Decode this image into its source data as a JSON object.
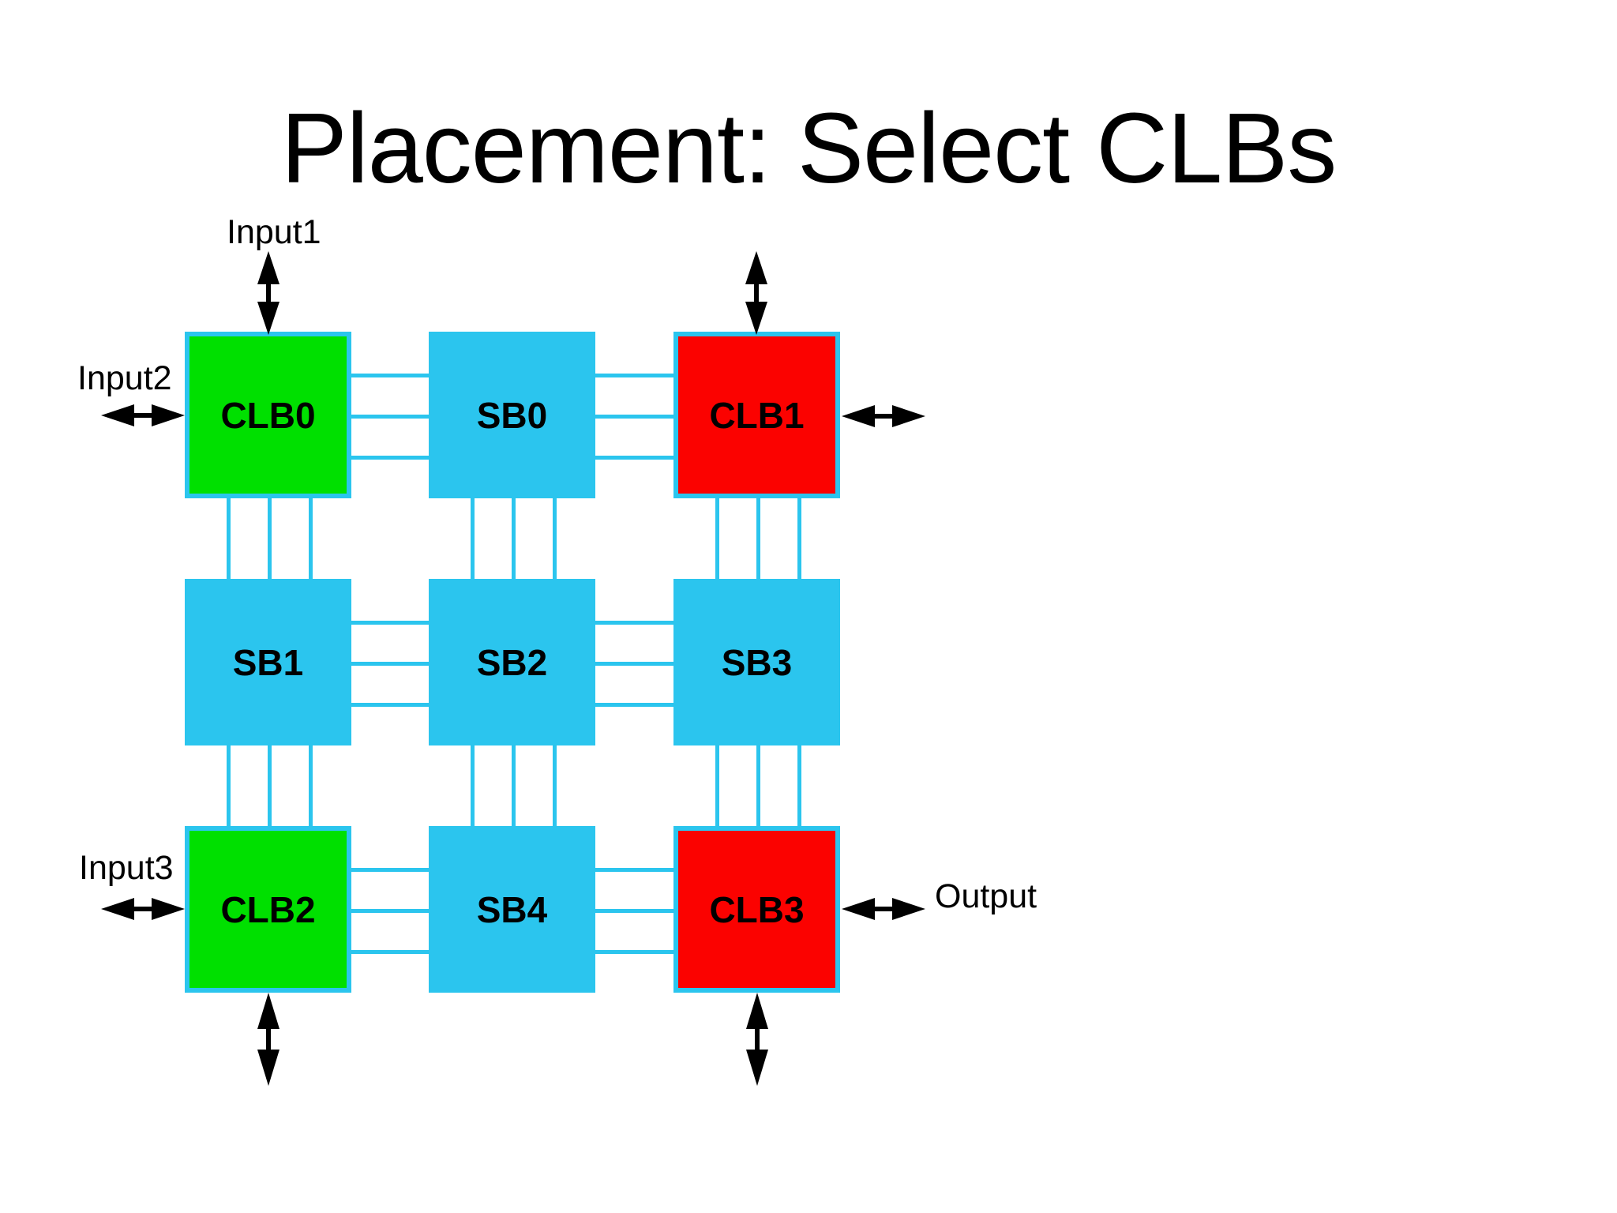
{
  "slide_title": "Placement: Select CLBs",
  "colors": {
    "background": "#ffffff",
    "text": "#000000",
    "arrow": "#000000",
    "wire": "#2bc5ee",
    "switch_box": "#2bc5ee",
    "input_clb": "#00e000",
    "output_clb": "#fb0200"
  },
  "blocks": [
    {
      "label": "CLB0",
      "kind": "clb-input"
    },
    {
      "label": "SB0",
      "kind": "switch"
    },
    {
      "label": "CLB1",
      "kind": "clb-output"
    },
    {
      "label": "SB1",
      "kind": "switch"
    },
    {
      "label": "SB2",
      "kind": "switch"
    },
    {
      "label": "SB3",
      "kind": "switch"
    },
    {
      "label": "CLB2",
      "kind": "clb-input"
    },
    {
      "label": "SB4",
      "kind": "switch"
    },
    {
      "label": "CLB3",
      "kind": "clb-output"
    }
  ],
  "io_labels": {
    "input1": "Input1",
    "input2": "Input2",
    "input3": "Input3",
    "output": "Output"
  }
}
